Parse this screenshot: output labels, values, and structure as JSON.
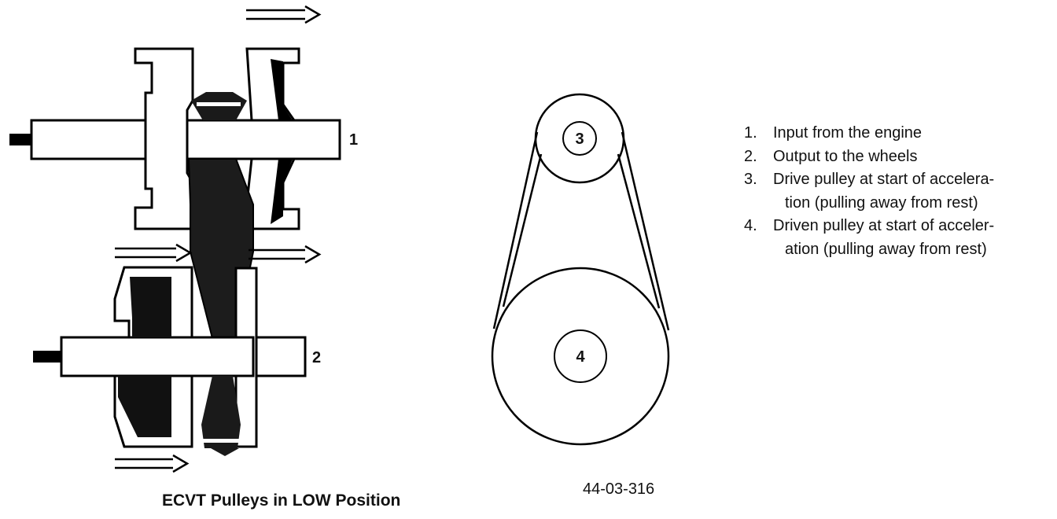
{
  "diagram": {
    "pulley_labels": [
      "1",
      "2"
    ],
    "circle_labels": [
      "3",
      "4"
    ]
  },
  "legend": [
    {
      "num": "1.",
      "lines": [
        "Input from the engine"
      ]
    },
    {
      "num": "2.",
      "lines": [
        "Output to the wheels"
      ]
    },
    {
      "num": "3.",
      "lines": [
        "Drive pulley at start of accelera-",
        "tion (pulling away from rest)"
      ]
    },
    {
      "num": "4.",
      "lines": [
        "Driven pulley at start of acceler-",
        "ation (pulling away from rest)"
      ]
    }
  ],
  "caption": "ECVT Pulleys in LOW Position",
  "figure_id": "44-03-316"
}
